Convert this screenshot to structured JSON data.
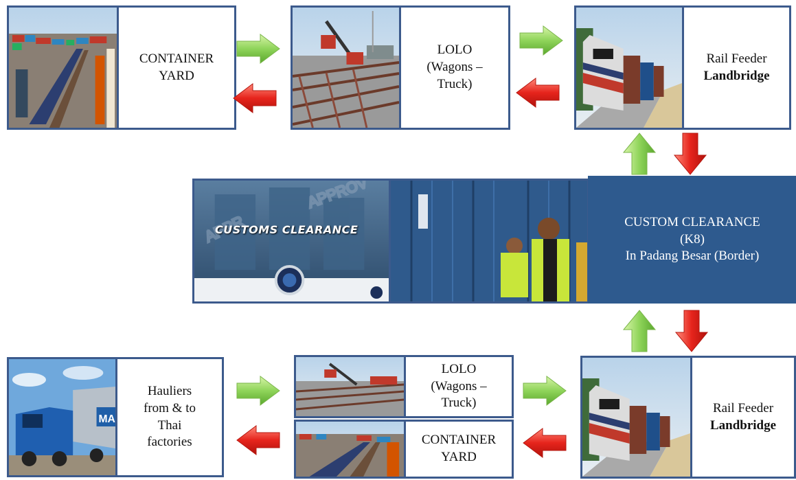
{
  "colors": {
    "border": "#3c5a8c",
    "customs_box_bg": "#2e5a8e",
    "arrow_green": "#8fd45a",
    "arrow_red": "#e6241c"
  },
  "top_row": {
    "container_yard": {
      "line1": "CONTAINER",
      "line2": "YARD"
    },
    "lolo": {
      "line1": "LOLO",
      "line2": "(Wagons –",
      "line3": "Truck)"
    },
    "rail_feeder": {
      "line1": "Rail Feeder",
      "line2": "Landbridge"
    }
  },
  "middle": {
    "photo_caption": "CUSTOMS CLEARANCE",
    "custom_clearance": {
      "line1": "CUSTOM CLEARANCE",
      "line2": "(K8)",
      "line3": "In Padang Besar (Border)"
    }
  },
  "bottom_row": {
    "hauliers": {
      "line1": "Hauliers",
      "line2": "from & to",
      "line3": "Thai",
      "line4": "factories"
    },
    "lolo": {
      "line1": "LOLO",
      "line2": "(Wagons –",
      "line3": "Truck)"
    },
    "container_yard": {
      "line1": "CONTAINER",
      "line2": "YARD"
    },
    "rail_feeder": {
      "line1": "Rail Feeder",
      "line2": "Landbridge"
    }
  },
  "icons": [
    "container-yard-photo",
    "lolo-crane-photo",
    "locomotive-photo",
    "customs-clearance-photo",
    "customs-officers-photo",
    "truck-photo",
    "arrow-right-green-icon",
    "arrow-left-red-icon",
    "arrow-up-green-icon",
    "arrow-down-red-icon"
  ]
}
